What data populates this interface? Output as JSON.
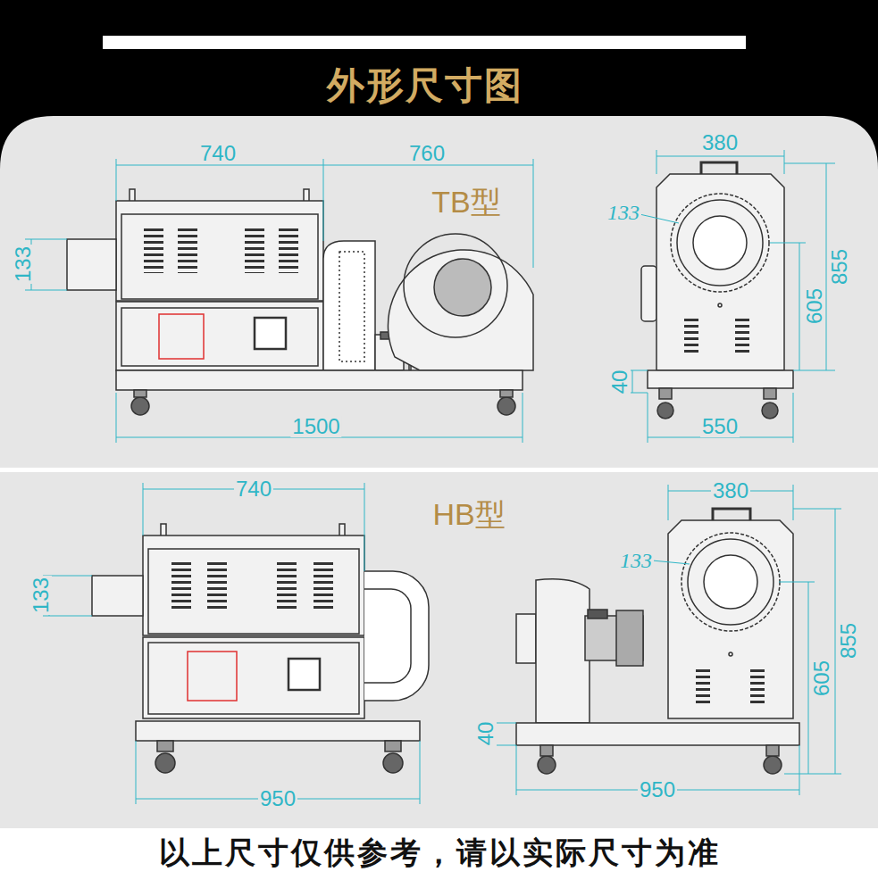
{
  "diagram": {
    "title": "外形尺寸图",
    "caption": "以上尺寸仅供参考，请以实际尺寸为准",
    "labels": [
      "TB型",
      "740",
      "760",
      "133",
      "1500",
      "380",
      "133",
      "855",
      "605",
      "40",
      "550",
      "HB型",
      "740",
      "133",
      "950",
      "380",
      "133",
      "855",
      "605",
      "40",
      "950"
    ]
  }
}
